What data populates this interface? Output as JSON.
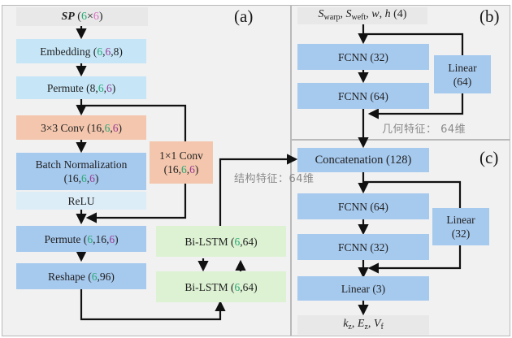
{
  "panels": {
    "a": {
      "tag": "(a)",
      "input": {
        "prefix": "SP",
        "open": " (",
        "d1": "6",
        "x": "×",
        "d2": "6",
        "close": ")"
      },
      "embedding": {
        "name": "Embedding (",
        "d1": "6",
        "c1": ",",
        "d2": "6",
        "rest": ",8)"
      },
      "permute1": {
        "name": "Permute (8,",
        "d1": "6",
        "c1": ",",
        "d2": "6",
        "close": ")"
      },
      "conv3": {
        "name": "3×3 Conv (16,",
        "d1": "6",
        "c1": ",",
        "d2": "6",
        "close": ")"
      },
      "batchnorm": {
        "line1": "Batch Normalization",
        "open": "(16,",
        "d1": "6",
        "c1": ",",
        "d2": "6",
        "close": ")"
      },
      "relu": "ReLU",
      "conv1": {
        "line1": "1×1 Conv",
        "open": "(16,",
        "d1": "6",
        "c1": ",",
        "d2": "6",
        "close": ")"
      },
      "permute2": {
        "name": "Permute (",
        "d1": "6",
        "mid": ",16,",
        "d2": "6",
        "close": ")"
      },
      "reshape": {
        "name": "Reshape (",
        "d1": "6",
        "rest": ",96)"
      },
      "bilstm1": {
        "name": "Bi-LSTM (",
        "d1": "6",
        "rest": ",64)"
      },
      "bilstm2": {
        "name": "Bi-LSTM (",
        "d1": "6",
        "rest": ",64)"
      },
      "struct_feature": "结构特征：64维"
    },
    "b": {
      "tag": "(b)",
      "input": {
        "s": "S",
        "warp": "warp",
        "sep1": ", ",
        "s2": "S",
        "weft": "weft",
        "sep2": ", ",
        "w": "w",
        "sep3": ", ",
        "h": "h",
        "count": " (4)"
      },
      "fcnn1": "FCNN (32)",
      "fcnn2": "FCNN (64)",
      "linear": {
        "line1": "Linear",
        "line2": "(64)"
      },
      "geo_feature": "几何特征： 64维"
    },
    "c": {
      "tag": "(c)",
      "concat": "Concatenation (128)",
      "fcnn1": "FCNN (64)",
      "fcnn2": "FCNN (32)",
      "linear_side": {
        "line1": "Linear",
        "line2": "(32)"
      },
      "linear_out": "Linear (3)",
      "output": {
        "k": "k",
        "ksub": "z",
        "sep1": ", ",
        "e": "E",
        "esub": "z",
        "sep2": ", ",
        "v": "V",
        "vsub": "f"
      }
    }
  }
}
